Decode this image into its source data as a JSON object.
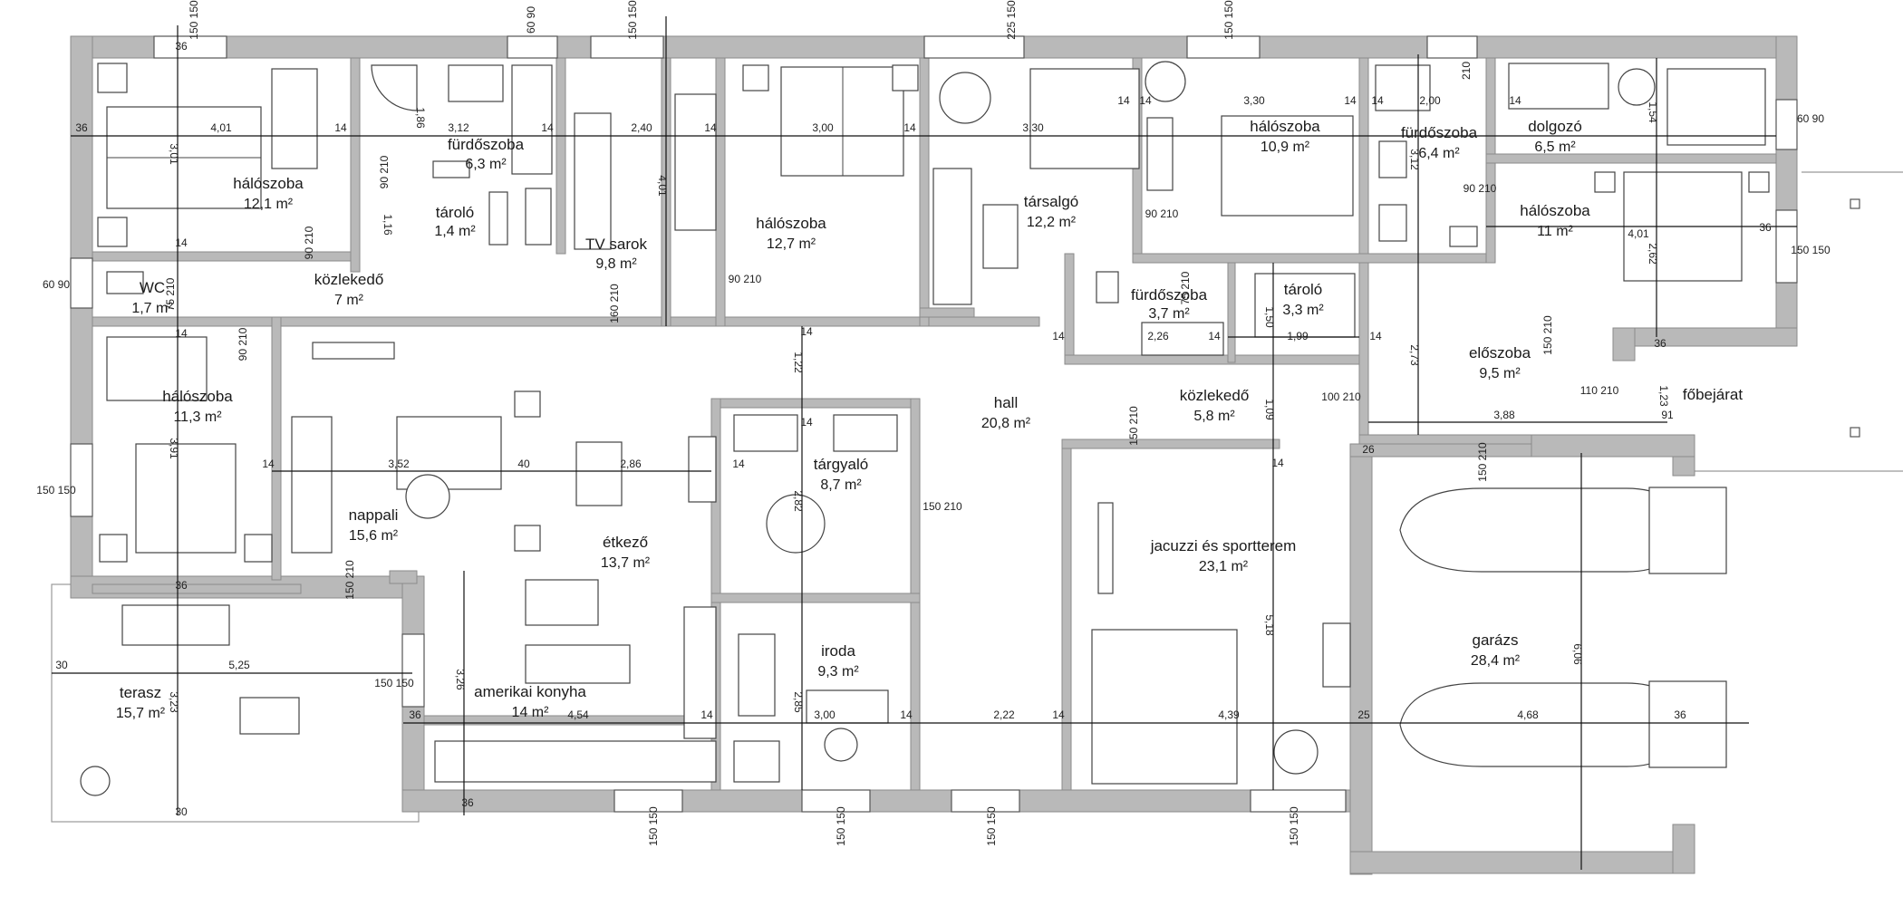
{
  "rooms": {
    "halo1": {
      "name": "hálószoba",
      "area": "12,1 m²"
    },
    "furdo1": {
      "name": "fürdőszoba",
      "area": "6,3 m²"
    },
    "tarolo1": {
      "name": "tároló",
      "area": "1,4 m²"
    },
    "tvsarok": {
      "name": "TV sarok",
      "area": "9,8 m²"
    },
    "halo2": {
      "name": "hálószoba",
      "area": "12,7 m²"
    },
    "tarsalgo": {
      "name": "társalgó",
      "area": "12,2 m²"
    },
    "halo3": {
      "name": "hálószoba",
      "area": "10,9 m²"
    },
    "furdo2": {
      "name": "fürdőszoba",
      "area": "6,4 m²"
    },
    "dolgozo": {
      "name": "dolgozó",
      "area": "6,5 m²"
    },
    "halo4": {
      "name": "hálószoba",
      "area": "11 m²"
    },
    "wc": {
      "name": "WC",
      "area": "1,7 m²"
    },
    "kozl1": {
      "name": "közlekedő",
      "area": "7 m²"
    },
    "furdo3": {
      "name": "fürdőszoba",
      "area": "3,7 m²"
    },
    "tarolo2": {
      "name": "tároló",
      "area": "3,3 m²"
    },
    "eloszoba": {
      "name": "előszoba",
      "area": "9,5 m²"
    },
    "fobejarat": {
      "name": "főbejárat"
    },
    "halo5": {
      "name": "hálószoba",
      "area": "11,3 m²"
    },
    "hall": {
      "name": "hall",
      "area": "20,8 m²"
    },
    "kozl2": {
      "name": "közlekedő",
      "area": "5,8 m²"
    },
    "nappali": {
      "name": "nappali",
      "area": "15,6 m²"
    },
    "etkezo": {
      "name": "étkező",
      "area": "13,7 m²"
    },
    "targyalo": {
      "name": "tárgyaló",
      "area": "8,7 m²"
    },
    "jacuzzi": {
      "name": "jacuzzi és sportterem",
      "area": "23,1 m²"
    },
    "garazs": {
      "name": "garázs",
      "area": "28,4 m²"
    },
    "iroda": {
      "name": "iroda",
      "area": "9,3 m²"
    },
    "konyha": {
      "name": "amerikai konyha",
      "area": "14 m²"
    },
    "terasz": {
      "name": "terasz",
      "area": "15,7 m²"
    }
  },
  "dims": {
    "d401a": "4,01",
    "d312": "3,12",
    "d240": "2,40",
    "d300a": "3,00",
    "d330a": "3,30",
    "d330b": "3,30",
    "d200": "2,00",
    "d401b": "4,01",
    "d352": "3,52",
    "d286": "2,86",
    "d525": "5,25",
    "d454": "4,54",
    "d300b": "3,00",
    "d222": "2,22",
    "d439": "4,39",
    "d468": "4,68",
    "d388": "3,88",
    "d226": "2,26",
    "d199": "1,99",
    "d301": "3,01",
    "d391": "3,91",
    "d323": "3,23",
    "d401v": "4,01",
    "d282v": "2,82",
    "d285v": "2,85",
    "d326v": "3,26",
    "d518v": "5,18",
    "d606v": "6,06",
    "d312v": "3,12",
    "d154v": "1,54",
    "d262v": "2,62",
    "d273v": "2,73",
    "d122v": "1,22",
    "d109v": "1,09",
    "d150v": "1,50",
    "d186v": "1,86",
    "d116v": "1,16",
    "d123v": "1,23",
    "w36a": "36",
    "w36b": "36",
    "w36c": "36",
    "w36d": "36",
    "w36e": "36",
    "w36f": "36",
    "w36g": "36",
    "w36h": "36",
    "w30a": "30",
    "w30b": "30",
    "w25": "25",
    "w40": "40",
    "w91": "91",
    "w26": "26",
    "w14a": "14",
    "w14b": "14",
    "w14c": "14",
    "w14d": "14",
    "w14e": "14",
    "w14f": "14",
    "w14g": "14",
    "w14h": "14",
    "w14i": "14",
    "w14j": "14",
    "w14k": "14",
    "w14l": "14",
    "w14m": "14",
    "w14n": "14",
    "w14o": "14",
    "w14p": "14",
    "w14q": "14",
    "w14r": "14",
    "w14s": "14",
    "w14t": "14",
    "w14u": "14",
    "w14v": "14"
  },
  "openings": {
    "o1": "150 150",
    "o2": "60 90",
    "o3": "150 150",
    "o4": "225 150",
    "o5": "150 150",
    "o6": "60 90",
    "o7": "60 90",
    "o8": "150 150",
    "o9": "150 150",
    "o10": "150 150",
    "o11": "150 150",
    "o12": "150 150",
    "o13": "150 150",
    "o14": "150 150",
    "d1": "90 210",
    "d2": "90 210",
    "d3": "75 210",
    "d4": "90 210",
    "d5": "160 210",
    "d6": "90 210",
    "d7": "90 210",
    "d8": "90 210",
    "d9": "75 210",
    "d10": "150 210",
    "d11": "150 210",
    "d12": "100 210",
    "d13": "110 210",
    "d14": "150 210",
    "d15": "210",
    "d16": "150 210",
    "d17": "150 210"
  }
}
